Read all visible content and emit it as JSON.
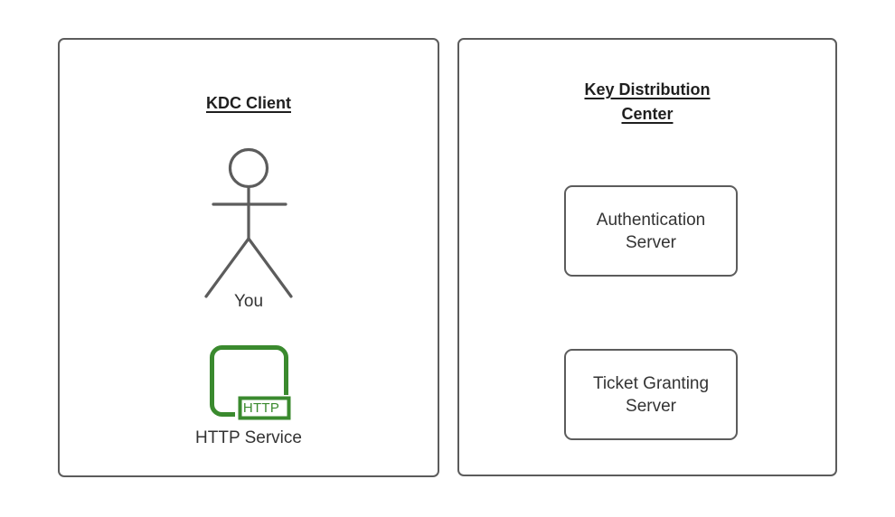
{
  "diagram": {
    "title_semantic": "kerberos-kdc-overview",
    "background_color": "#ffffff",
    "stroke_color": "#5c5c5c",
    "text_color": "#333333",
    "heading_color": "#1f1f1f",
    "accent_green": "#3a8a2e"
  },
  "panels": [
    {
      "id": "client",
      "title": "KDC Client",
      "nodes": {
        "actor": {
          "icon": "stick-figure-icon",
          "label": "You"
        },
        "service": {
          "icon": "http-service-icon",
          "badge_text": "HTTP",
          "label": "HTTP Service"
        }
      }
    },
    {
      "id": "kdc",
      "title_line1": "Key Distribution",
      "title_line2": "Center",
      "boxes": [
        {
          "line1": "Authentication",
          "line2": "Server"
        },
        {
          "line1": "Ticket Granting",
          "line2": "Server"
        }
      ]
    }
  ]
}
